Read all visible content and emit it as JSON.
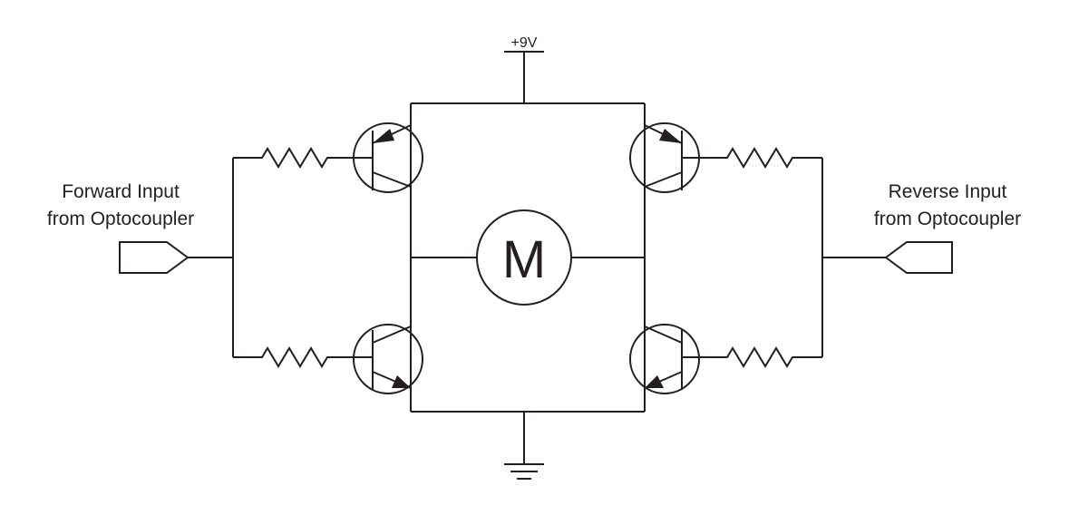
{
  "diagram": {
    "supply_label": "+9V",
    "motor_label": "M",
    "forward_input": {
      "line1": "Forward Input",
      "line2": "from Optocoupler"
    },
    "reverse_input": {
      "line1": "Reverse Input",
      "line2": "from Optocoupler"
    },
    "colors": {
      "ink": "#231f20",
      "background": "#ffffff"
    }
  }
}
